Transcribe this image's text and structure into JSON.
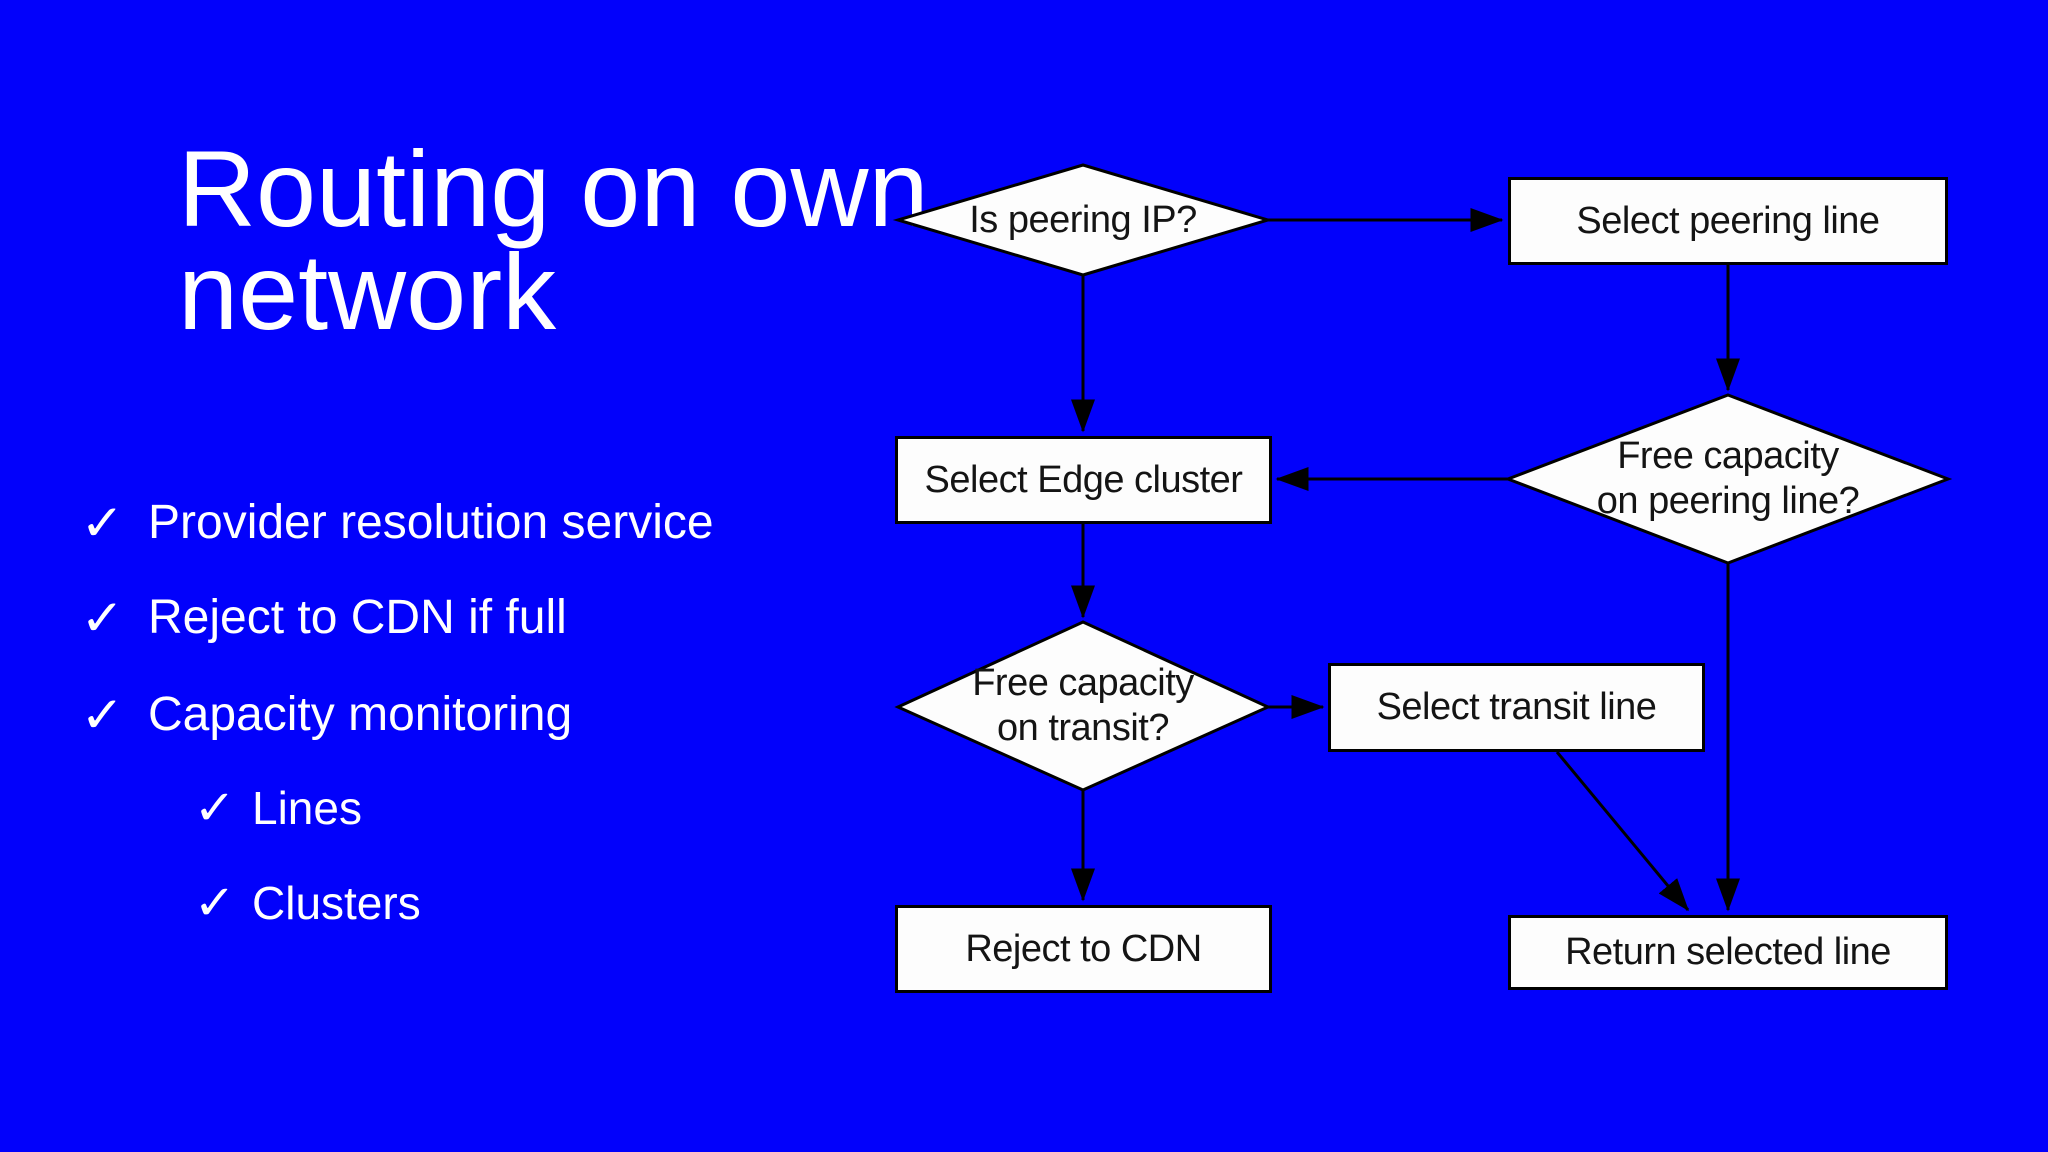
{
  "slide": {
    "title": {
      "line1": "Routing on own",
      "line2": "network"
    },
    "check_glyph": "✓",
    "bullets": [
      {
        "label": "Provider resolution service",
        "level": 1
      },
      {
        "label": "Reject to CDN if full",
        "level": 1
      },
      {
        "label": "Capacity monitoring",
        "level": 1
      },
      {
        "label": "Lines",
        "level": 2
      },
      {
        "label": "Clusters",
        "level": 2
      }
    ]
  },
  "flowchart": {
    "nodes": [
      {
        "id": "is-peering-ip",
        "type": "decision",
        "line1": "Is peering IP?",
        "line2": ""
      },
      {
        "id": "select-peering-line",
        "type": "process",
        "label": "Select peering line"
      },
      {
        "id": "free-capacity-peering",
        "type": "decision",
        "line1": "Free capacity",
        "line2": "on peering line?"
      },
      {
        "id": "select-edge-cluster",
        "type": "process",
        "label": "Select Edge cluster"
      },
      {
        "id": "free-capacity-transit",
        "type": "decision",
        "line1": "Free capacity",
        "line2": "on transit?"
      },
      {
        "id": "select-transit-line",
        "type": "process",
        "label": "Select transit line"
      },
      {
        "id": "reject-to-cdn",
        "type": "process",
        "label": "Reject to CDN"
      },
      {
        "id": "return-selected-line",
        "type": "process",
        "label": "Return selected line"
      }
    ],
    "edges": [
      {
        "from": "is-peering-ip",
        "to": "select-peering-line"
      },
      {
        "from": "is-peering-ip",
        "to": "select-edge-cluster"
      },
      {
        "from": "select-peering-line",
        "to": "free-capacity-peering"
      },
      {
        "from": "free-capacity-peering",
        "to": "select-edge-cluster"
      },
      {
        "from": "free-capacity-peering",
        "to": "return-selected-line"
      },
      {
        "from": "select-edge-cluster",
        "to": "free-capacity-transit"
      },
      {
        "from": "free-capacity-transit",
        "to": "select-transit-line"
      },
      {
        "from": "free-capacity-transit",
        "to": "reject-to-cdn"
      },
      {
        "from": "select-transit-line",
        "to": "return-selected-line"
      }
    ]
  },
  "colors": {
    "background": "#0201fb",
    "node_fill": "#fdfdfd",
    "node_border": "#000000",
    "flow_text": "#141414",
    "slide_text": "#ffffff"
  }
}
